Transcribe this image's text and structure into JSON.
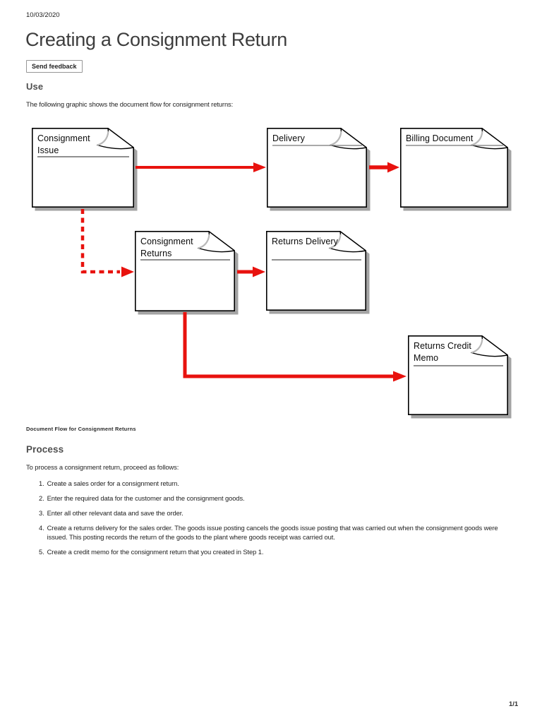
{
  "page": {
    "date": "10/03/2020",
    "title": "Creating a Consignment Return",
    "feedback_button": "Send feedback",
    "page_number": "1/1"
  },
  "use_section": {
    "heading": "Use",
    "intro": "The following graphic shows the document flow for consignment returns:"
  },
  "diagram": {
    "caption": "Document Flow for Consignment Returns",
    "arrow_color": "#e8120e",
    "box_border_color": "#000000",
    "box_shadow_color": "#a3a3a3",
    "boxes": {
      "consignment_issue": {
        "title": "Consignment Issue"
      },
      "delivery": {
        "title": "Delivery"
      },
      "billing_document": {
        "title": "Billing Document"
      },
      "consignment_returns": {
        "title": "Consignment Returns"
      },
      "returns_delivery": {
        "title": "Returns Delivery"
      },
      "returns_credit_memo": {
        "title": "Returns Credit Memo"
      }
    },
    "flows": [
      {
        "from": "Consignment Issue",
        "to": "Delivery",
        "style": "solid"
      },
      {
        "from": "Delivery",
        "to": "Billing Document",
        "style": "solid"
      },
      {
        "from": "Consignment Issue",
        "to": "Consignment Returns",
        "style": "dashed"
      },
      {
        "from": "Consignment Returns",
        "to": "Returns Delivery",
        "style": "solid"
      },
      {
        "from": "Consignment Returns",
        "to": "Returns Credit Memo",
        "style": "solid"
      }
    ]
  },
  "process_section": {
    "heading": "Process",
    "intro": "To process a consignment return, proceed as follows:",
    "steps": [
      {
        "n": "1.",
        "text": "Create a sales order for a consignment return."
      },
      {
        "n": "2.",
        "text": "Enter the required data for the customer and the consignment goods."
      },
      {
        "n": "3.",
        "text": "Enter all other relevant data and save the order."
      },
      {
        "n": "4.",
        "text": "Create a returns delivery for the sales order. The goods issue posting cancels the goods issue posting that was carried out when the consignment goods were issued. This posting records the return of the goods to the plant where goods receipt was carried out."
      },
      {
        "n": "5.",
        "text": "Create a credit memo for the consignment return that you created in Step 1."
      }
    ]
  }
}
